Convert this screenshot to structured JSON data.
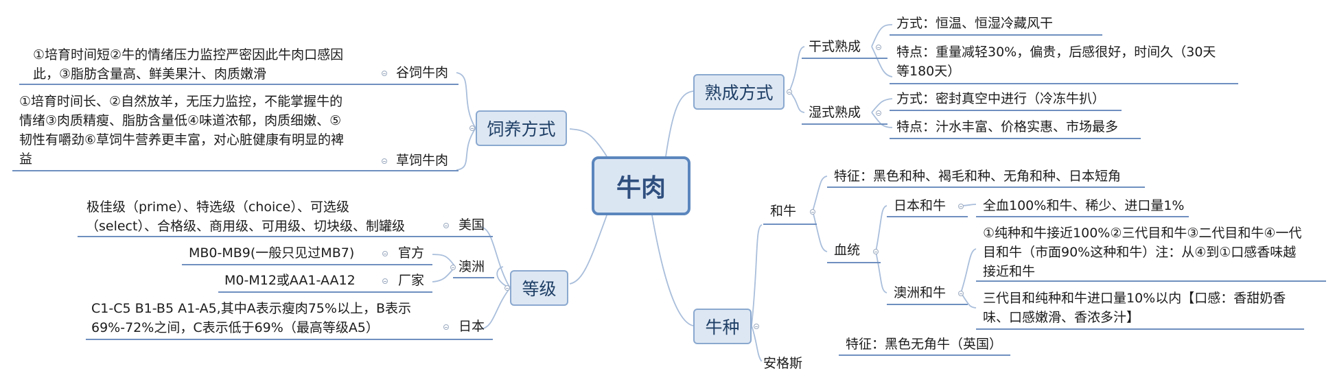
{
  "root": "牛肉",
  "feeding": {
    "title": "饲养方式",
    "grain": {
      "label": "谷饲牛肉",
      "lines": [
        "①培育时间短②牛的情绪压力监控严密因此牛肉口感因",
        "此，③脂肪含量高、鲜美果汁、肉质嫩滑"
      ]
    },
    "grass": {
      "label": "草饲牛肉",
      "lines": [
        "①培育时间长、②自然放羊，无压力监控，不能掌握牛的",
        "情绪③肉质精瘦、脂肪含量低④味道浓郁，肉质细嫩、⑤",
        "韧性有嚼劲⑥草饲牛营养更丰富，对心脏健康有明显的裨",
        "益"
      ]
    }
  },
  "grade": {
    "title": "等级",
    "usa": {
      "label": "美国",
      "lines": [
        "极佳级（prime）、特选级（choice）、可选级",
        "（select）、合格级、商用级、可用级、切块级、制罐级"
      ]
    },
    "australia": {
      "label": "澳洲",
      "official": {
        "label": "官方",
        "text": "MB0-MB9(一般只见过MB7)"
      },
      "factory": {
        "label": "厂家",
        "text": "M0-M12或AA1-AA12"
      }
    },
    "japan": {
      "label": "日本",
      "lines": [
        "C1-C5 B1-B5 A1-A5,其中A表示瘦肉75%以上，B表示",
        "69%-72%之间，C表示低于69%（最高等级A5）"
      ]
    }
  },
  "aging": {
    "title": "熟成方式",
    "dry": {
      "label": "干式熟成",
      "method": "方式：恒温、恒湿冷藏风干",
      "feature_lines": [
        "特点：重量减轻30%，偏贵，后感很好，时间久（30天",
        "等180天）"
      ]
    },
    "wet": {
      "label": "湿式熟成",
      "method": "方式：密封真空中进行（冷冻牛扒）",
      "feature": "特点：汁水丰富、价格实惠、市场最多"
    }
  },
  "breed": {
    "title": "牛种",
    "wagyu": {
      "label": "和牛",
      "feature": "特征：黑色和种、褐毛和种、无角和种、日本短角",
      "lineage": {
        "label": "血统",
        "japan": {
          "label": "日本和牛",
          "text": "全血100%和牛、稀少、进口量1%"
        },
        "australia": {
          "label": "澳洲和牛",
          "grades_lines": [
            "①纯种和牛接近100%②三代目和牛③二代目和牛④一代",
            "目和牛（市面90%这种和牛）注：从④到①口感香味越",
            "接近和牛"
          ],
          "import_lines": [
            "三代目和纯种和牛进口量10%以内【口感：香甜奶香",
            "味、口感嫩滑、香浓多汁】"
          ]
        }
      }
    },
    "angus": {
      "label": "安格斯",
      "feature": "特征：黑色无角牛（英国）"
    }
  },
  "colors": {
    "accent": "#5b86bd",
    "node_fill": "#dde7f3",
    "line": "#6e8fbf",
    "wire": "#a9bedb"
  }
}
